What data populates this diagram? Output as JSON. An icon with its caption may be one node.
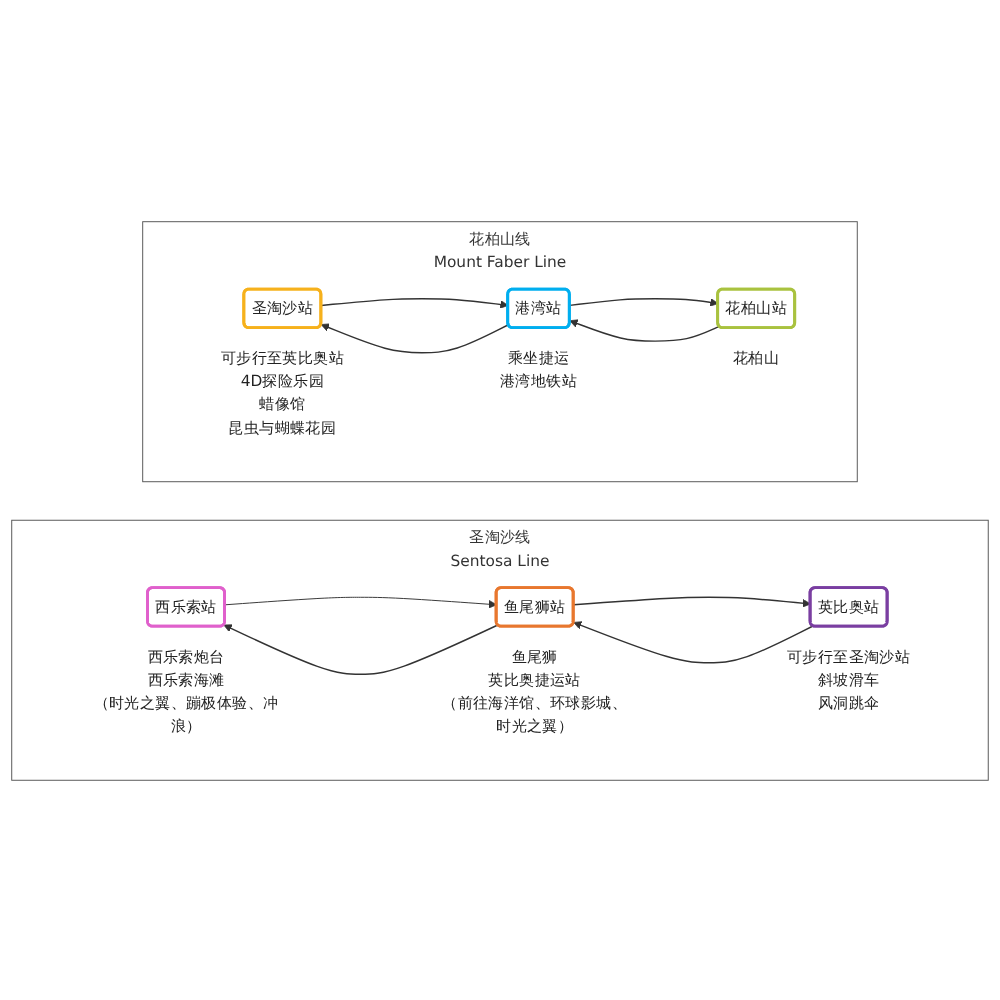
{
  "diagram": {
    "nodes": [
      {
        "text": [
          "花柏山线",
          "Mount Faber Line"
        ]
      },
      {
        "text": [
          "花柏山站"
        ],
        "in": 0,
        "beside": [
          "花柏山"
        ]
      },
      {
        "text": [
          "港湾站"
        ],
        "in": 0,
        "beside": [
          "乘坐捷运",
          "港湾地铁站"
        ]
      },
      {
        "text": [
          "圣淘沙站"
        ],
        "in": 0,
        "beside": [
          "可步行至英比奥站",
          "4D探险乐园",
          "蜡像馆",
          "昆虫与蝴蝶花园"
        ]
      },
      {
        "text": [
          "圣淘沙线",
          "Sentosa Line"
        ]
      },
      {
        "text": [
          "英比奥站"
        ],
        "in": 4,
        "beside": [
          "可步行至圣淘沙站",
          "斜坡滑车",
          "风洞跳伞"
        ]
      },
      {
        "text": [
          "鱼尾狮站"
        ],
        "in": 4,
        "beside": [
          "鱼尾狮",
          "英比奥捷运站",
          "（前往海洋馆、环球影城、时光之翼）"
        ]
      },
      {
        "text": [
          "西乐索站"
        ],
        "in": 4,
        "beside": [
          "西乐索炮台",
          "西乐索海滩",
          "（时光之翼、蹦极体验、冲浪）"
        ]
      }
    ],
    "edges": [
      {
        "from": 1,
        "to": 2,
        "arrow": "to"
      },
      {
        "from": 2,
        "to": 1,
        "arrow": "to"
      },
      {
        "from": 2,
        "to": 3,
        "arrow": "to"
      },
      {
        "from": 3,
        "to": 2,
        "arrow": "to"
      },
      {
        "from": 5,
        "to": 6,
        "arrow": "to"
      },
      {
        "from": 6,
        "to": 5,
        "arrow": "to"
      },
      {
        "from": 6,
        "to": 7,
        "arrow": "to"
      },
      {
        "from": 7,
        "to": 6,
        "arrow": "to"
      }
    ]
  }
}
